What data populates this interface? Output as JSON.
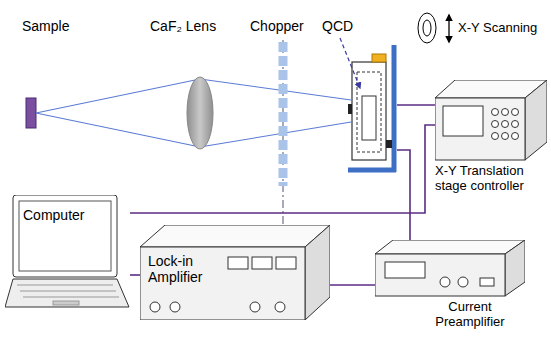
{
  "diagram": {
    "nodes": [
      {
        "text": [
          "X-Y Translation stage controller"
        ]
      },
      {
        "text": [
          "Computer"
        ]
      },
      {
        "text": [
          "Lock-in Amplifier"
        ]
      },
      {
        "text": [
          "Current Preamplifier"
        ]
      }
    ],
    "edges": [
      {
        "from": 1,
        "to": 2,
        "arrow": "none"
      },
      {
        "from": 1,
        "to": 0,
        "arrow": "none"
      },
      {
        "from": 2,
        "to": 3,
        "arrow": "none"
      }
    ],
    "labels": [
      "Sample",
      "CaF₂ Lens",
      "Chopper",
      "QCD",
      "X-Y Scanning"
    ]
  }
}
